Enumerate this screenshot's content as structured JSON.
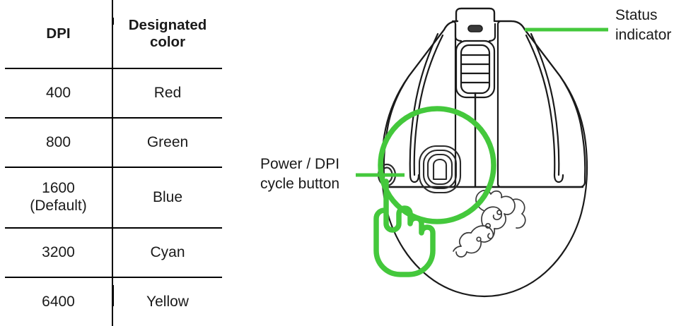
{
  "table": {
    "name": "dpi-designated-color-table",
    "headers": [
      "DPI",
      "Designated color"
    ],
    "header_lines": {
      "col2_line1": "Designated",
      "col2_line2": "color"
    },
    "rows": [
      {
        "dpi": "400",
        "dpi_note": "",
        "color": "Red"
      },
      {
        "dpi": "800",
        "dpi_note": "",
        "color": "Green"
      },
      {
        "dpi": "1600",
        "dpi_note": "(Default)",
        "color": "Blue"
      },
      {
        "dpi": "3200",
        "dpi_note": "",
        "color": "Cyan"
      },
      {
        "dpi": "6400",
        "dpi_note": "",
        "color": "Yellow"
      }
    ]
  },
  "diagram": {
    "name": "razer-mouse-top-view",
    "callouts": [
      {
        "id": "status-indicator",
        "line1": "Status",
        "line2": "indicator",
        "leader_color": "#44c83c"
      },
      {
        "id": "power-dpi-cycle-button",
        "line1": "Power / DPI",
        "line2": "cycle button",
        "leader_color": "#44c83c"
      }
    ],
    "parts": {
      "left_click_button": "left-click-button",
      "right_click_button": "right-click-button",
      "scroll_wheel": "scroll-wheel",
      "status_led": "status-indicator-led",
      "power_dpi_button": "power-dpi-cycle-button",
      "sensor_button": "sensor-profile-button",
      "razer_logo": "razer-logo",
      "magnifier_circle": "magnifier-circle",
      "pointing_hand": "pointing-hand-cursor"
    }
  },
  "colors": {
    "accent_green": "#44c83c",
    "outline": "#1a1a1a",
    "background": "#ffffff"
  }
}
